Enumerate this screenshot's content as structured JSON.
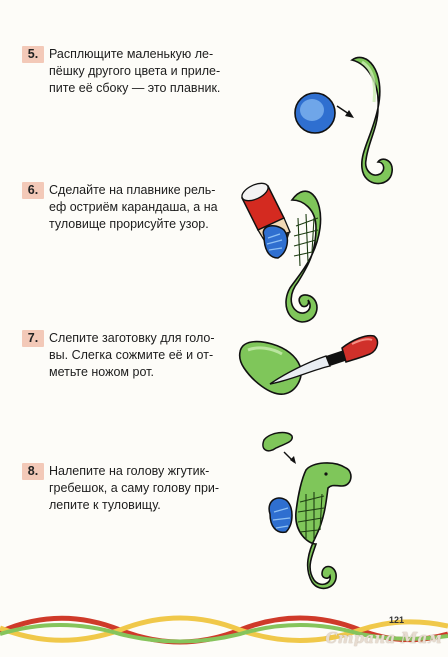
{
  "steps": [
    {
      "num": "5.",
      "text": "Расплющите маленькую ле-\nпёшку другого цвета и прилe-\nпите её сбоку — это плавник."
    },
    {
      "num": "6.",
      "text": "Сделайте на плавнике рель-\nеф остриём карандаша, а на\nтуловище прорисуйте узор."
    },
    {
      "num": "7.",
      "text": "Слепите заготовку для голо-\nвы. Слегка сожмите её и от-\nметьте ножом рот."
    },
    {
      "num": "8.",
      "text": "Налепите на голову жгутик-\nгребешок, а саму голову при-\nлепите к туловищу."
    }
  ],
  "page_number": "121",
  "watermark": "Страна Мам",
  "colors": {
    "clay_green": "#7fc65a",
    "clay_blue": "#2f6fd0",
    "pencil_red": "#d42a20",
    "knife_handle": "#d0302a",
    "num_bg": "#f3c9b8"
  }
}
